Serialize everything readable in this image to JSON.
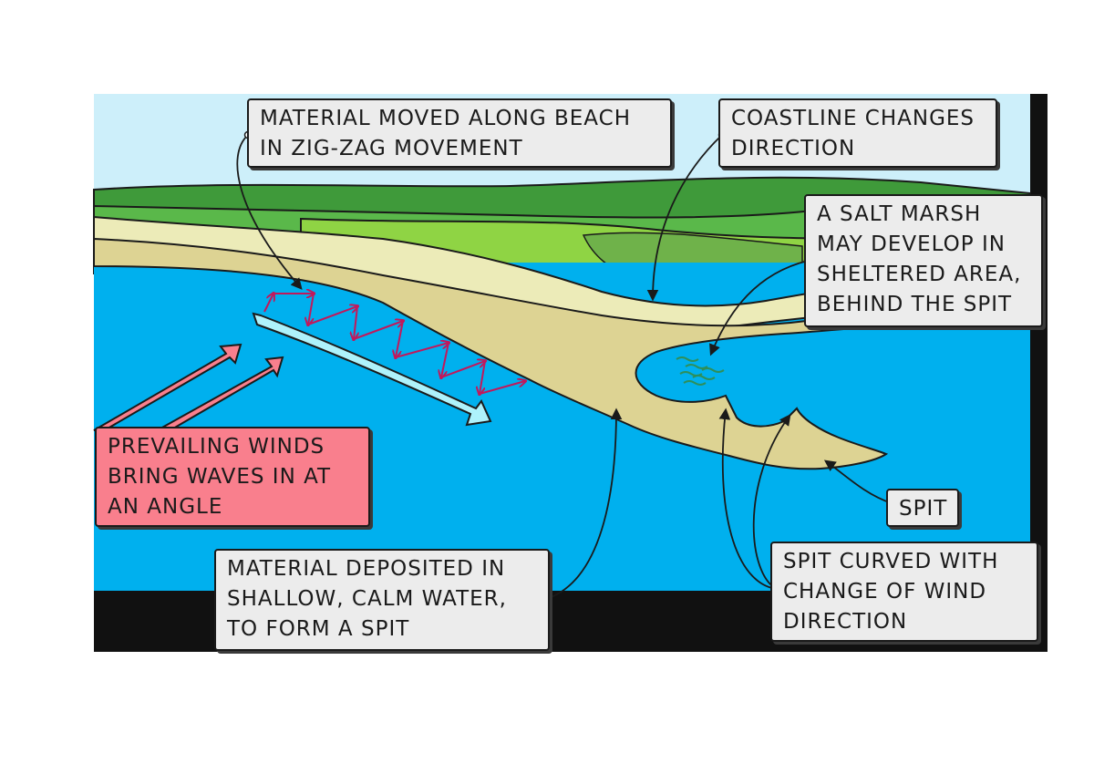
{
  "colors": {
    "sky": "#cdeffa",
    "sea": "#00b0ee",
    "frame": "#111111",
    "sand": "#ddd393",
    "pale_sand": "#ecebb8",
    "dark_green": "#3f9a3a",
    "mid_green": "#5ab84a",
    "light_green": "#8fd444",
    "field_green": "#6fb24a",
    "arrow_pink": "#f97f8d",
    "zigzag": "#c2185b",
    "drift_arrow": "#aef2fb",
    "marsh": "#2e8f5b",
    "label_bg": "#ececec",
    "label_pink": "#f97f8d"
  },
  "labels": {
    "zigzag": [
      "MATERIAL MOVED ALONG BEACH",
      "IN ZIG-ZAG MOVEMENT"
    ],
    "coastline": [
      "COASTLINE CHANGES",
      "DIRECTION"
    ],
    "salt_marsh": [
      "A SALT MARSH",
      "MAY DEVELOP IN",
      "SHELTERED AREA,",
      "BEHIND THE SPIT"
    ],
    "winds": [
      "PREVAILING WINDS",
      "BRING WAVES IN AT",
      "AN ANGLE"
    ],
    "spit": [
      "SPIT"
    ],
    "deposited": [
      "MATERIAL DEPOSITED IN",
      "SHALLOW, CALM WATER,",
      "TO FORM A SPIT"
    ],
    "curved": [
      "SPIT CURVED WITH",
      "CHANGE OF WIND",
      "DIRECTION"
    ]
  }
}
